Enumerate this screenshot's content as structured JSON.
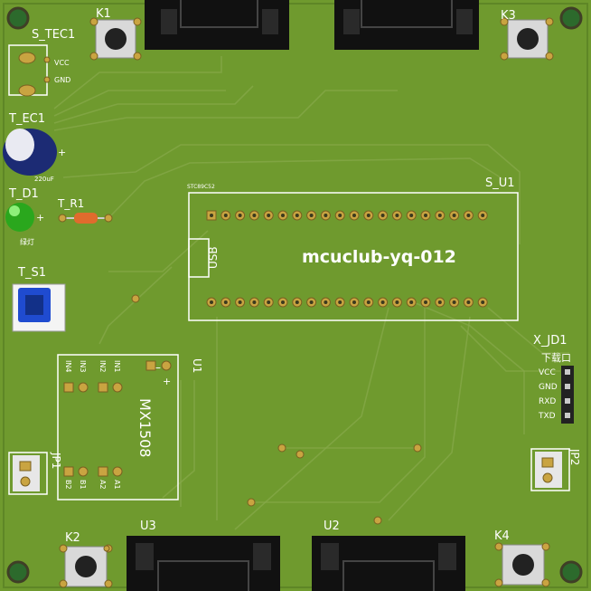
{
  "board": {
    "name": "mcuclub-yq-012",
    "colors": {
      "pcb": "#6f9a2e",
      "silkscreen": "#ffffff",
      "pad": "#c9a441",
      "header": "#111111"
    }
  },
  "components": {
    "k1": "K1",
    "k2": "K2",
    "k3": "K3",
    "k4": "K4",
    "s_tec1": {
      "ref": "S_TEC1",
      "pin1": "VCC",
      "pin2": "GND"
    },
    "t_ec1": {
      "ref": "T_EC1",
      "value": "220uF"
    },
    "t_d1": {
      "ref": "T_D1",
      "color_label": "绿灯"
    },
    "t_r1": "T_R1",
    "t_s1": "T_S1",
    "s_u1": {
      "ref": "S_U1",
      "top_label": "STC89C52",
      "usb": "USB"
    },
    "u1": {
      "ref": "U1",
      "chip": "MX1508",
      "minus": "—",
      "plus": "+",
      "in_pins": [
        "IN4",
        "IN3",
        "IN2",
        "IN1"
      ],
      "out_pins": [
        "B2",
        "B1",
        "A2",
        "A1"
      ]
    },
    "u2": "U2",
    "u3": "U3",
    "jp1": "JP1",
    "jp2": "JP2",
    "x_jd1": {
      "ref": "X_JD1",
      "title": "下载口",
      "pins": [
        "VCC",
        "GND",
        "RXD",
        "TXD"
      ]
    },
    "plus_sign": "+"
  }
}
